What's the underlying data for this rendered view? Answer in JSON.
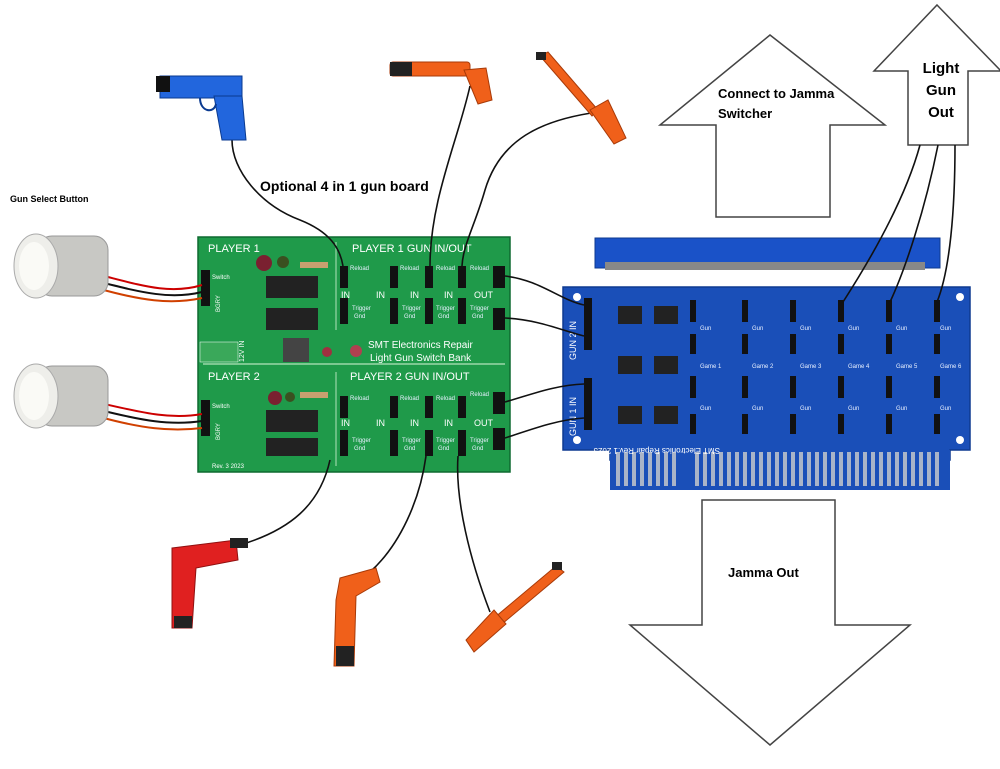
{
  "labels": {
    "gun_select_button": "Gun Select Button",
    "optional_board": "Optional 4 in 1 gun board",
    "connect_jamma_switcher": "Connect to Jamma Switcher",
    "light_gun_out": "Light Gun Out",
    "jamma_out": "Jamma Out"
  },
  "green_board": {
    "player1": "PLAYER 1",
    "player2": "PLAYER 2",
    "player1_gun": "PLAYER 1 GUN IN/OUT",
    "player2_gun": "PLAYER 2 GUN IN/OUT",
    "company": "SMT Electronics Repair",
    "product": "Light Gun Switch Bank",
    "revision": "Rev. 3 2023",
    "power": "12V IN",
    "switch": "Switch",
    "bgry": "BGRY",
    "in_label": "IN",
    "out_label": "OUT",
    "trigger": "Trigger",
    "gnd": "Gnd",
    "reload": "Reload"
  },
  "blue_board": {
    "gun2_in": "GUN 2 IN",
    "gun1_in": "GUN 1 IN",
    "footer": "SMT Electronics Repair Rev.1 2023",
    "game_labels": [
      "Game 1",
      "Game 2",
      "Game 3",
      "Game 4",
      "Game 5",
      "Game 6"
    ],
    "gun_label": "Gun"
  },
  "colors": {
    "green_pcb": "#1f9a4a",
    "blue_pcb": "#1a4fb8",
    "orange_gun": "#f0601a",
    "blue_gun": "#2266dd",
    "red_gun": "#e02020"
  },
  "icons": {
    "arrow_up": "arrow-up-icon",
    "arrow_down": "arrow-down-icon",
    "button": "arcade-button-icon",
    "gun": "light-gun-icon"
  }
}
